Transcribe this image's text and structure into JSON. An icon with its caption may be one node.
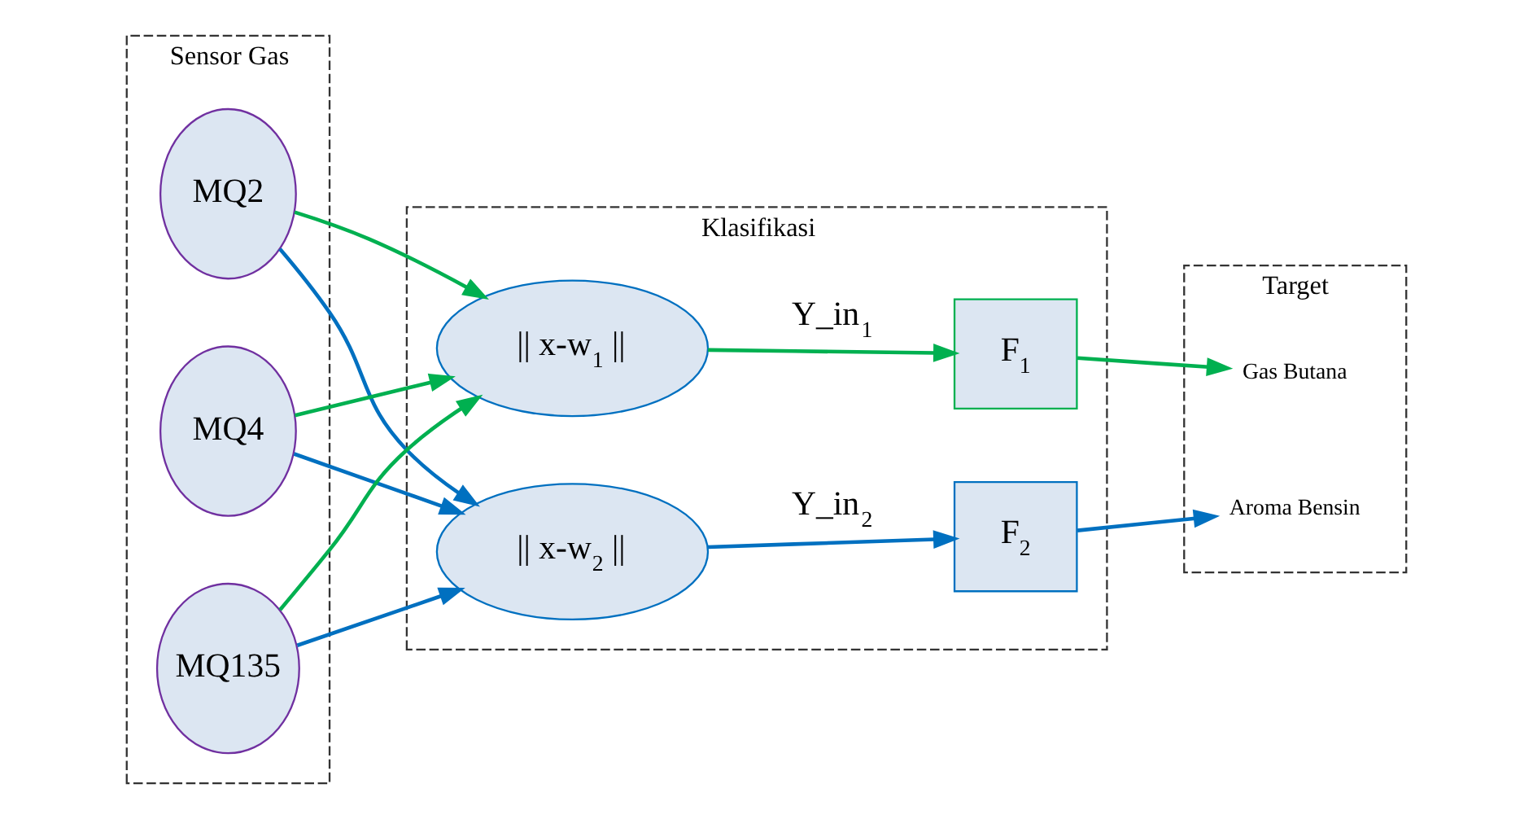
{
  "diagram": {
    "nodes": [
      {
        "text": [
          "Sensor Gas"
        ]
      },
      {
        "text": [
          "MQ2"
        ],
        "in": 0
      },
      {
        "text": [
          "MQ4"
        ],
        "in": 0
      },
      {
        "text": [
          "MQ135"
        ],
        "in": 0
      },
      {
        "text": [
          "Klasifikasi"
        ]
      },
      {
        "text": [
          "|| x-w$_{1}$ ||"
        ],
        "in": 4
      },
      {
        "text": [
          "|| x-w$_{2}$ ||"
        ],
        "in": 4
      },
      {
        "text": [
          "F$_{1}$"
        ],
        "in": 4
      },
      {
        "text": [
          "F$_{2}$"
        ],
        "in": 4
      },
      {
        "text": [
          "Target"
        ]
      },
      {
        "text": [
          "Gas Butana"
        ],
        "in": 9
      },
      {
        "text": [
          "Aroma Bensin"
        ],
        "in": 9
      }
    ],
    "edges": [
      {
        "from": 1,
        "to": 5,
        "arrow": "to",
        "color": "#00b050"
      },
      {
        "from": 1,
        "to": 6,
        "arrow": "to",
        "color": "#0070c0"
      },
      {
        "from": 2,
        "to": 5,
        "arrow": "to",
        "color": "#00b050"
      },
      {
        "from": 2,
        "to": 6,
        "arrow": "to",
        "color": "#0070c0"
      },
      {
        "from": 3,
        "to": 5,
        "arrow": "to",
        "color": "#00b050"
      },
      {
        "from": 3,
        "to": 6,
        "arrow": "to",
        "color": "#0070c0"
      },
      {
        "from": 5,
        "to": 7,
        "arrow": "to",
        "label": "Y_in$_{1}$",
        "color": "#00b050"
      },
      {
        "from": 6,
        "to": 8,
        "arrow": "to",
        "label": "Y_in$_{2}$",
        "color": "#0070c0"
      },
      {
        "from": 7,
        "to": 10,
        "arrow": "to",
        "color": "#00b050"
      },
      {
        "from": 8,
        "to": 11,
        "arrow": "to",
        "color": "#0070c0"
      }
    ]
  }
}
